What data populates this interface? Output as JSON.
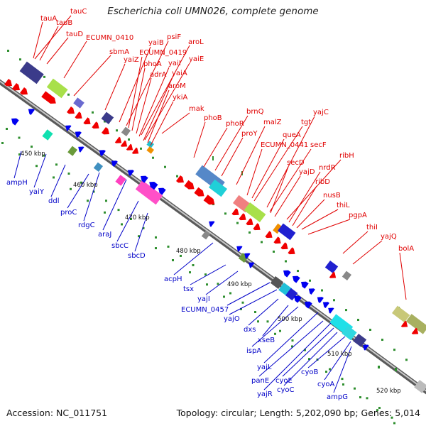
{
  "title": "Escherichia coli UMN026, complete genome",
  "footer": {
    "accession": "Accession: NC_011751",
    "summary": "Topology: circular; Length: 5,202,090 bp; Genes: 5,014"
  },
  "colors": {
    "forward_label": "#e00000",
    "reverse_label": "#0000c8",
    "backbone": "#8c8c8c",
    "feature_dots": "#2f8f2f"
  },
  "kbp_ticks": [
    "450 kbp",
    "460 kbp",
    "470 kbp",
    "480 kbp",
    "490 kbp",
    "500 kbp",
    "510 kbp",
    "520 kbp"
  ],
  "forward_genes": [
    "tauA",
    "tauC",
    "tauB",
    "tauD",
    "ECUMN_0410",
    "sbmA",
    "yaiZ",
    "yaiB",
    "psiF",
    "ECUMN_0419",
    "phoA",
    "aroL",
    "adrA",
    "yaiI",
    "yaiE",
    "yaiA",
    "aroM",
    "ykiA",
    "mak",
    "phoB",
    "phoR",
    "brnQ",
    "proY",
    "malZ",
    "ECUMN_0441",
    "queA",
    "tgt",
    "yajC",
    "secF",
    "secD",
    "yajD",
    "ribH",
    "nrdR",
    "ribD",
    "nusB",
    "thiL",
    "pgpA",
    "thiI",
    "yajQ",
    "bolA"
  ],
  "reverse_genes": [
    "ampH",
    "yaiY",
    "ddl",
    "proC",
    "rdgC",
    "araJ",
    "sbcC",
    "sbcD",
    "acpH",
    "tsx",
    "yajI",
    "ECUMN_0457",
    "yajO",
    "dxs",
    "xseB",
    "ispA",
    "yajL",
    "panE",
    "yajR",
    "cyoE",
    "cyoC",
    "cyoB",
    "cyoA",
    "ampG"
  ]
}
